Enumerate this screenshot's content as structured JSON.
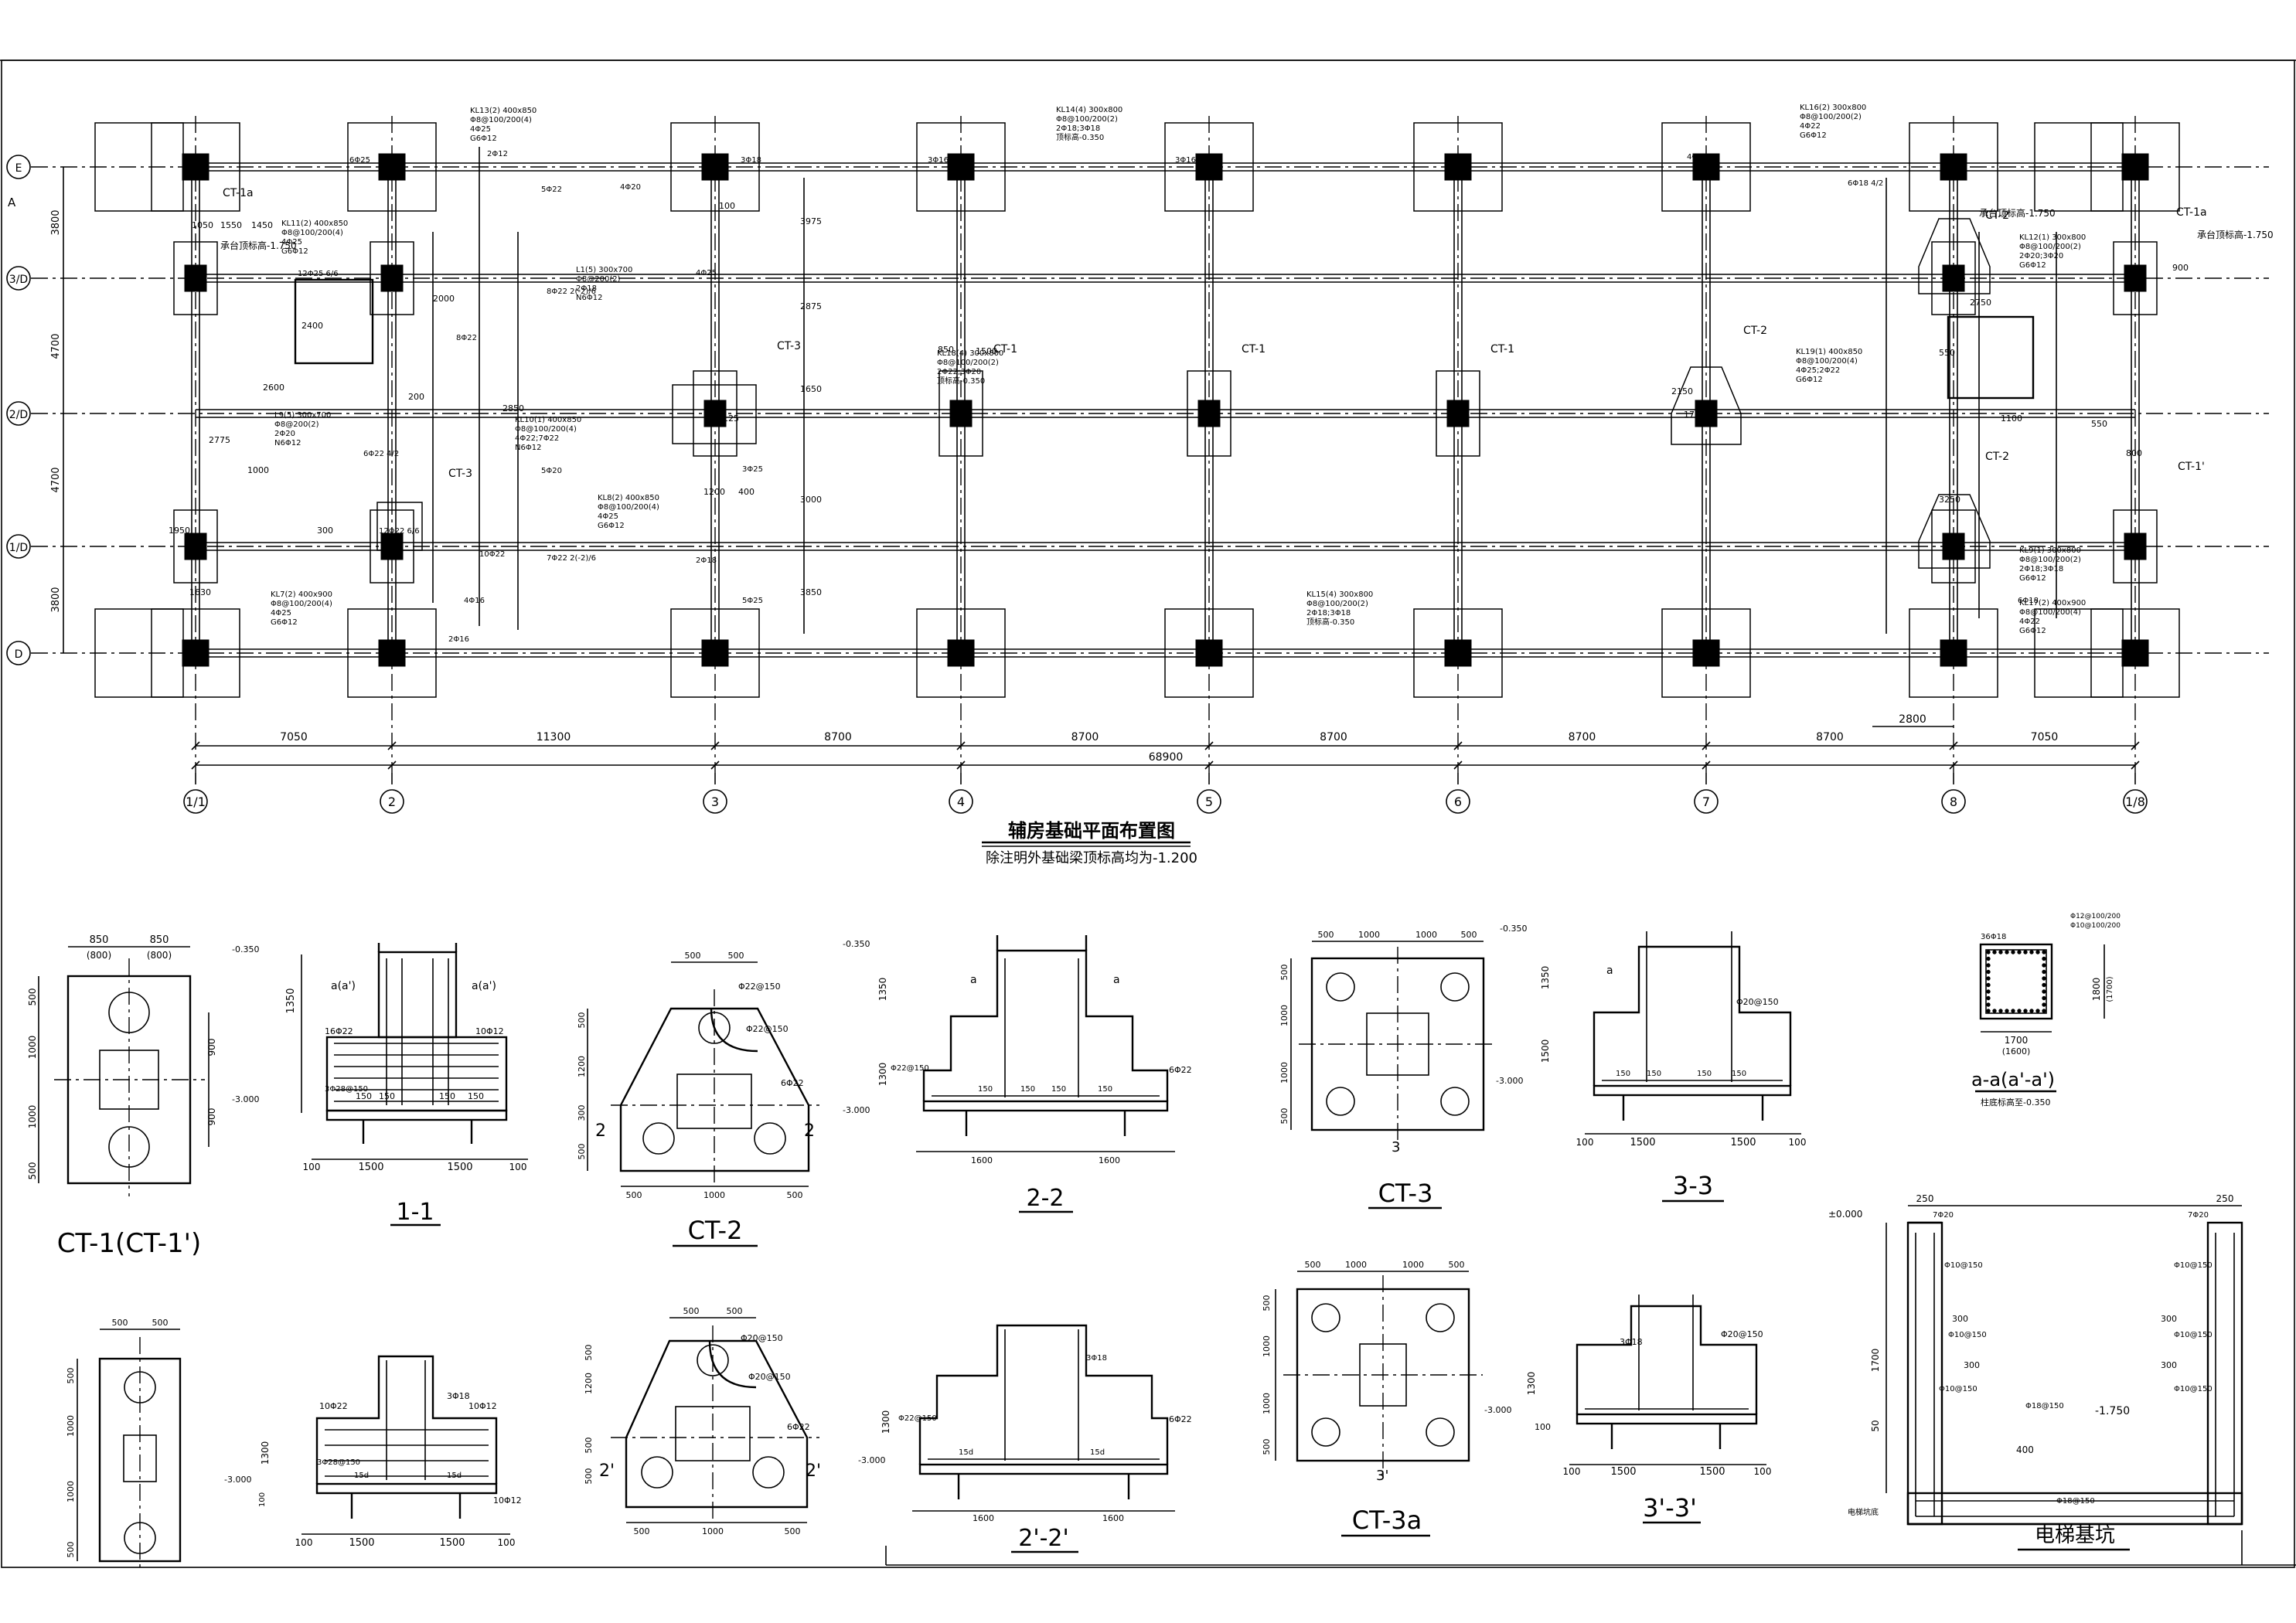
{
  "plan": {
    "title": "辅房基础平面布置图",
    "subtitle": "除注明外基础梁顶标高均为-1.200",
    "axes_x": [
      "1/1",
      "2",
      "3",
      "4",
      "5",
      "6",
      "7",
      "8",
      "1/8"
    ],
    "axes_y": [
      "E",
      "3/D",
      "2/D",
      "1/D",
      "D"
    ],
    "spans_x": [
      "7050",
      "11300",
      "8700",
      "8700",
      "8700",
      "8700",
      "8700",
      "7050"
    ],
    "total_x": "68900",
    "spans_y": [
      "3800",
      "4700",
      "4700",
      "3800"
    ],
    "extra_dim": "2800",
    "footing_tags": [
      "CT-1",
      "CT-1",
      "CT-1",
      "CT-2",
      "CT-2",
      "CT-2",
      "CT-3",
      "CT-3",
      "CT-1a",
      "CT-1a",
      "CT-1'"
    ],
    "elev_tags": [
      "承台顶标高-1.750",
      "承台顶标高-1.750",
      "承台顶标高-1.750"
    ],
    "beam_notes": [
      {
        "lines": [
          "KL13(2) 400x850",
          "Φ8@100/200(4)",
          "4Φ25",
          "G6Φ12"
        ]
      },
      {
        "lines": [
          "KL14(4) 300x800",
          "Φ8@100/200(2)",
          "2Φ18;3Φ18",
          "顶标高-0.350"
        ]
      },
      {
        "lines": [
          "KL16(2) 300x800",
          "Φ8@100/200(2)",
          "4Φ22",
          "G6Φ12"
        ]
      },
      {
        "lines": [
          "KL11(2) 400x850",
          "Φ8@100/200(4)",
          "4Φ25",
          "G6Φ12"
        ]
      },
      {
        "lines": [
          "KL12(1) 300x800",
          "Φ8@100/200(2)",
          "2Φ20;3Φ20",
          "G6Φ12"
        ]
      },
      {
        "lines": [
          "KL18(4) 300x800",
          "Φ8@100/200(2)",
          "2Φ22;3Φ20",
          "顶标高-0.350"
        ]
      },
      {
        "lines": [
          "KL19(1) 400x850",
          "Φ8@100/200(4)",
          "4Φ25;2Φ22",
          "G6Φ12"
        ]
      },
      {
        "lines": [
          "KL10(1) 400x850",
          "Φ8@100/200(4)",
          "4Φ22;7Φ22",
          "N6Φ12"
        ]
      },
      {
        "lines": [
          "KL8(2) 400x850",
          "Φ8@100/200(4)",
          "4Φ25",
          "G6Φ12"
        ]
      },
      {
        "lines": [
          "KL9(1) 300x800",
          "Φ8@100/200(2)",
          "2Φ18;3Φ18",
          "G6Φ12"
        ]
      },
      {
        "lines": [
          "KL7(2) 400x900",
          "Φ8@100/200(4)",
          "4Φ25",
          "G6Φ12"
        ]
      },
      {
        "lines": [
          "KL15(4) 300x800",
          "Φ8@100/200(2)",
          "2Φ18;3Φ18",
          "顶标高-0.350"
        ]
      },
      {
        "lines": [
          "KL17(2) 400x900",
          "Φ8@100/200(4)",
          "4Φ22",
          "G6Φ12"
        ]
      },
      {
        "lines": [
          "L1(5) 300x700",
          "Φ8@200(2)",
          "2Φ18",
          "N6Φ12"
        ]
      },
      {
        "lines": [
          "L9(5) 300x700",
          "Φ8@200(2)",
          "2Φ20",
          "N6Φ12"
        ]
      }
    ],
    "bar_labels": [
      "6Φ25",
      "3Φ18",
      "4Φ20",
      "5Φ22",
      "2Φ12",
      "4Φ25",
      "4Φ22",
      "8Φ22",
      "3Φ16",
      "5Φ25",
      "2Φ16",
      "6Φ18 4/2",
      "3Φ25",
      "4Φ16",
      "2Φ18",
      "12Φ25 6/6",
      "12Φ22 6/6",
      "6Φ22 4/2",
      "8Φ22 2(-2)/6",
      "7Φ22 2(-2)/6",
      "10Φ22",
      "5Φ20",
      "3Φ16",
      "6Φ18"
    ],
    "dims_misc": [
      "1050",
      "1550",
      "1450",
      "850",
      "1500",
      "1650",
      "3000",
      "3850",
      "3975",
      "2875",
      "2400",
      "2000",
      "2850",
      "2775",
      "1630",
      "1950",
      "1000",
      "1200",
      "400",
      "125",
      "300",
      "100",
      "200",
      "550",
      "2750",
      "3250",
      "2150",
      "1700",
      "1100",
      "550",
      "800",
      "900",
      "2600"
    ],
    "mark_A": "A"
  },
  "details": {
    "ct1": {
      "title": "CT-1(CT-1')",
      "dims": [
        "850",
        "850",
        "(800)",
        "(800)",
        "500",
        "1000",
        "1000",
        "500",
        "900",
        "900"
      ]
    },
    "s11": {
      "title": "1-1",
      "dims": [
        "100",
        "1500",
        "1500",
        "100",
        "1350",
        "150",
        "150",
        "150",
        "150"
      ],
      "labels": [
        "-0.350",
        "-3.000",
        "a(a')",
        "a(a')",
        "16Φ22",
        "10Φ12",
        "3Φ28@150"
      ]
    },
    "ct2": {
      "title": "CT-2",
      "dims": [
        "500",
        "500",
        "500",
        "1000",
        "500",
        "500",
        "1200",
        "300",
        "500"
      ],
      "labels": [
        "Φ22@150",
        "Φ22@150",
        "6Φ22",
        "2",
        "2"
      ]
    },
    "s22": {
      "title": "2-2",
      "dims": [
        "1600",
        "1600",
        "1350",
        "1300",
        "150",
        "150",
        "150",
        "150"
      ],
      "labels": [
        "-0.350",
        "-3.000",
        "a",
        "a",
        "Φ22@150",
        "6Φ22"
      ]
    },
    "ct3": {
      "title": "CT-3",
      "dims": [
        "500",
        "1000",
        "1000",
        "500",
        "500",
        "1000",
        "1000",
        "500"
      ],
      "labels": [
        "3"
      ]
    },
    "s33": {
      "title": "3-3",
      "dims": [
        "100",
        "1500",
        "1500",
        "100",
        "1350",
        "1500",
        "150",
        "150",
        "150",
        "150"
      ],
      "labels": [
        "-0.350",
        "-3.000",
        "a",
        "Φ20@150"
      ]
    },
    "saa": {
      "title": "a-a(a'-a')",
      "subtitle": "柱底标高至-0.350",
      "dims": [
        "1700",
        "(1600)",
        "1800",
        "(1700)"
      ],
      "labels": [
        "36Φ18",
        "Φ12@100/200",
        "Φ10@100/200"
      ]
    },
    "ct1a": {
      "title": "",
      "dims": [
        "500",
        "500",
        "500",
        "1000",
        "1000",
        "500"
      ]
    },
    "s11a": {
      "title": "",
      "dims": [
        "100",
        "1500",
        "1500",
        "100",
        "1300",
        "15d",
        "15d",
        "100"
      ],
      "labels": [
        "-3.000",
        "10Φ22",
        "3Φ18",
        "10Φ12",
        "3Φ28@150",
        "10Φ12"
      ]
    },
    "ct2a": {
      "title": "",
      "dims": [
        "500",
        "500",
        "500",
        "1000",
        "500",
        "500",
        "1200",
        "500",
        "500"
      ],
      "labels": [
        "Φ20@150",
        "Φ20@150",
        "6Φ22",
        "2'",
        "2'"
      ]
    },
    "s22a": {
      "title": "2'-2'",
      "dims": [
        "1600",
        "1600",
        "1300",
        "15d",
        "15d"
      ],
      "labels": [
        "-3.000",
        "Φ22@150",
        "3Φ18",
        "6Φ22"
      ]
    },
    "ct3a": {
      "title": "CT-3a",
      "dims": [
        "500",
        "1000",
        "1000",
        "500",
        "500",
        "1000",
        "1000",
        "500"
      ],
      "labels": [
        "3'"
      ]
    },
    "s33a": {
      "title": "3'-3'",
      "dims": [
        "100",
        "1500",
        "1500",
        "100",
        "1300",
        "100"
      ],
      "labels": [
        "-3.000",
        "Φ20@150",
        "3Φ18"
      ]
    },
    "pit": {
      "title": "电梯基坑",
      "dims": [
        "250",
        "250",
        "1700",
        "50",
        "400",
        "300",
        "300",
        "300",
        "300"
      ],
      "labels": [
        "±0.000",
        "-1.750",
        "7Φ20",
        "7Φ20",
        "Φ10@150",
        "Φ10@150",
        "Φ10@150",
        "Φ10@150",
        "Φ18@150",
        "Φ18@150",
        "Φ10@150",
        "Φ10@150",
        "电梯坑底"
      ]
    }
  }
}
